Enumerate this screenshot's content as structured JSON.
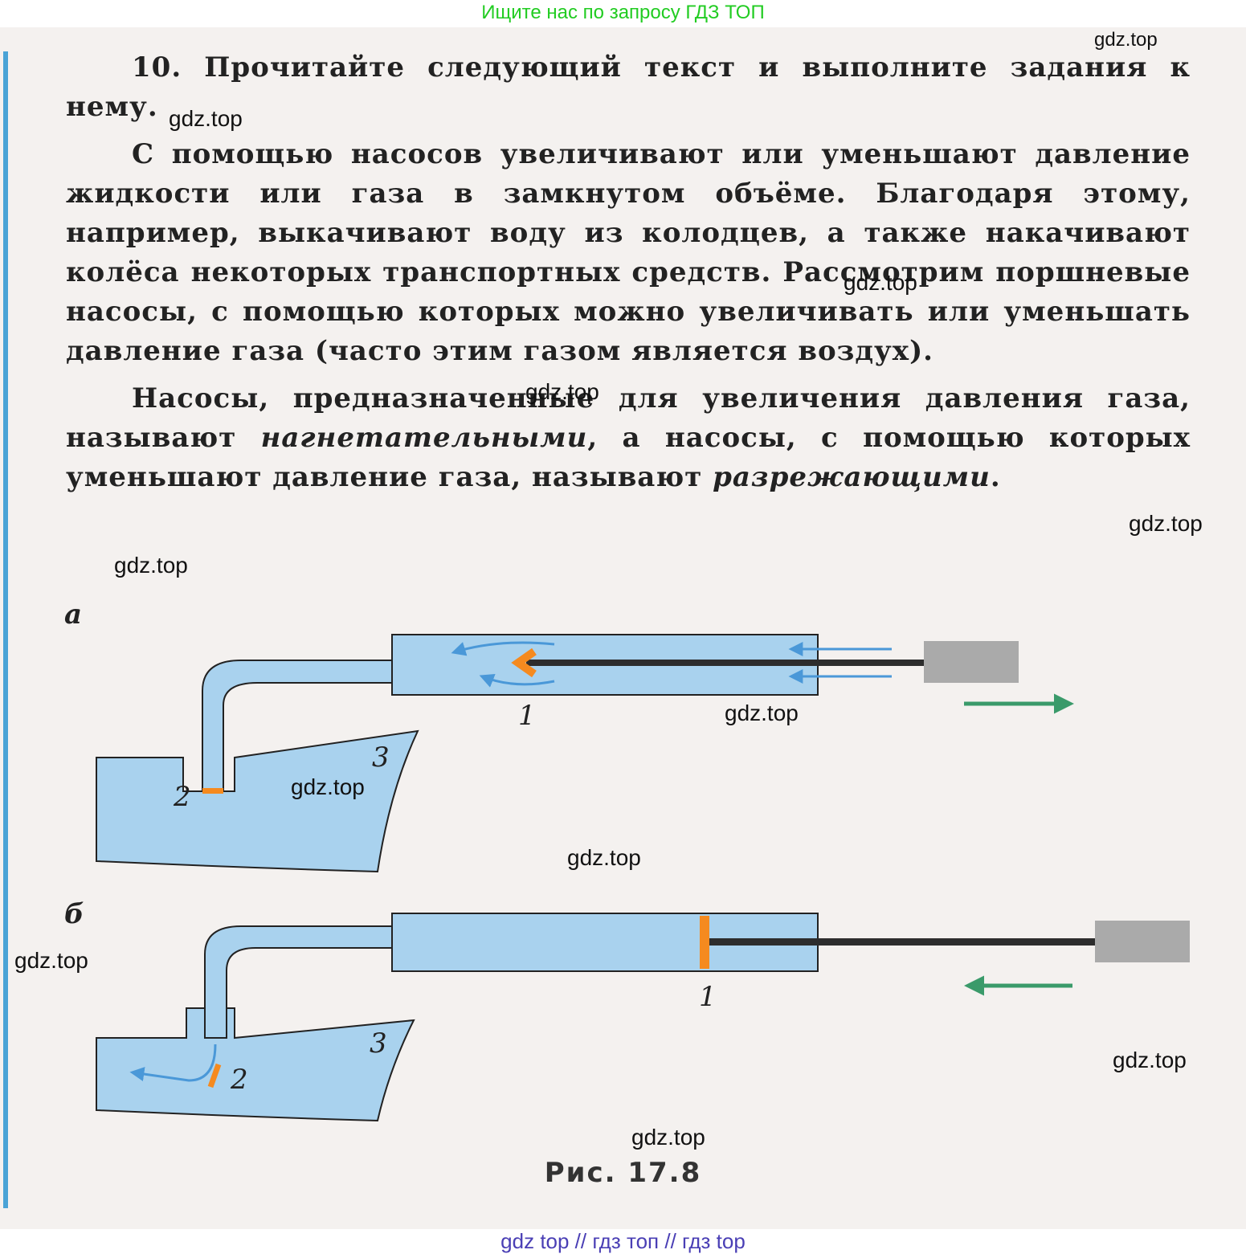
{
  "banner_top": "Ищите нас по запросу ГДЗ ТОП",
  "banner_bottom": "gdz top  //  гдз топ  //  гдз top",
  "watermark": "gdz.top",
  "task": {
    "number": "10.",
    "intro": "Прочитайте следующий текст и выполните задания к нему.",
    "para1": "С помощью насосов увеличивают или уменьшают давление жидкости или газа в замкнутом объёме. Благодаря этому, например, выкачивают воду из колодцев, а также накачивают колёса некоторых транспортных средств. Рассмотрим поршневые насосы, с помощью которых можно увеличивать или уменьшать давление газа (часто этим газом является воздух).",
    "para2_a": "Насосы, предназначенные для увеличения давления газа, называют ",
    "para2_term1": "нагнетательными",
    "para2_b": ", а насосы, с помощью которых уменьшают давление газа, называют ",
    "para2_term2": "разрежающими",
    "para2_c": "."
  },
  "figure": {
    "part_a": "а",
    "part_b": "б",
    "label_1": "1",
    "label_2": "2",
    "label_3": "3",
    "caption": "Рис. 17.8",
    "colors": {
      "fluid": "#a9d2ee",
      "valve": "#f58a1f",
      "rod": "#2d2d2d",
      "handle": "#aaaaaa",
      "arrow_blue": "#4a98d8",
      "arrow_green": "#3a9a6a"
    }
  }
}
